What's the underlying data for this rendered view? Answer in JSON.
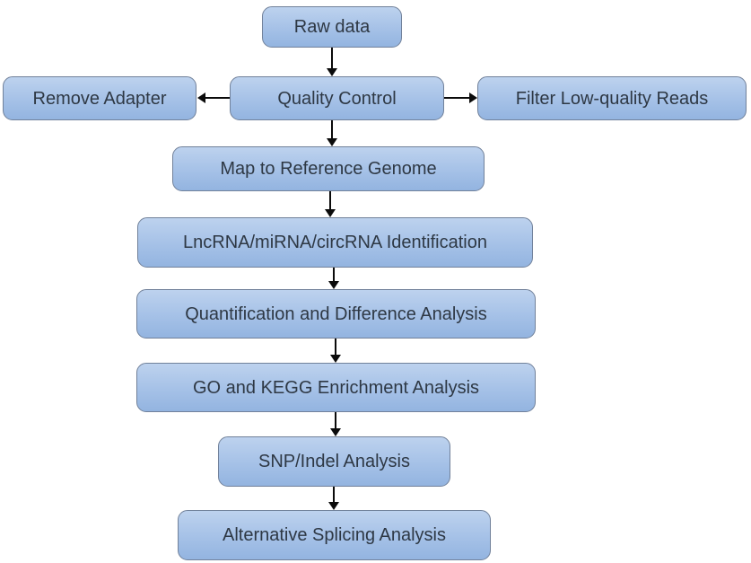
{
  "diagram": {
    "type": "flowchart",
    "title": "RNA-seq analysis pipeline flowchart",
    "theme": {
      "background": "#ffffff",
      "box_fill_top": "#bdd2ee",
      "box_fill_mid": "#a5c1e7",
      "box_fill_bottom": "#93b4e0",
      "box_border": "#71819a",
      "text_color": "#2e3844",
      "arrow_color": "#0b0b0b"
    },
    "nodes": {
      "raw_data": {
        "label": "Raw data"
      },
      "remove_adapter": {
        "label": "Remove Adapter"
      },
      "quality_control": {
        "label": "Quality Control"
      },
      "filter_low_quality_reads": {
        "label": "Filter Low-quality Reads"
      },
      "map_to_reference_genome": {
        "label": "Map to Reference Genome"
      },
      "lncrna_mirna_circrna_identification": {
        "label": "LncRNA/miRNA/circRNA Identification"
      },
      "quantification_and_difference_analysis": {
        "label": "Quantification and Difference Analysis"
      },
      "go_and_kegg_enrichment_analysis": {
        "label": "GO and KEGG Enrichment Analysis"
      },
      "snp_indel_analysis": {
        "label": "SNP/Indel Analysis"
      },
      "alternative_splicing_analysis": {
        "label": "Alternative Splicing Analysis"
      }
    },
    "edges": [
      {
        "from": "raw_data",
        "to": "quality_control",
        "direction": "down"
      },
      {
        "from": "quality_control",
        "to": "remove_adapter",
        "direction": "left"
      },
      {
        "from": "quality_control",
        "to": "filter_low_quality_reads",
        "direction": "right"
      },
      {
        "from": "quality_control",
        "to": "map_to_reference_genome",
        "direction": "down"
      },
      {
        "from": "map_to_reference_genome",
        "to": "lncrna_mirna_circrna_identification",
        "direction": "down"
      },
      {
        "from": "lncrna_mirna_circrna_identification",
        "to": "quantification_and_difference_analysis",
        "direction": "down"
      },
      {
        "from": "quantification_and_difference_analysis",
        "to": "go_and_kegg_enrichment_analysis",
        "direction": "down"
      },
      {
        "from": "go_and_kegg_enrichment_analysis",
        "to": "snp_indel_analysis",
        "direction": "down"
      },
      {
        "from": "snp_indel_analysis",
        "to": "alternative_splicing_analysis",
        "direction": "down"
      }
    ]
  }
}
